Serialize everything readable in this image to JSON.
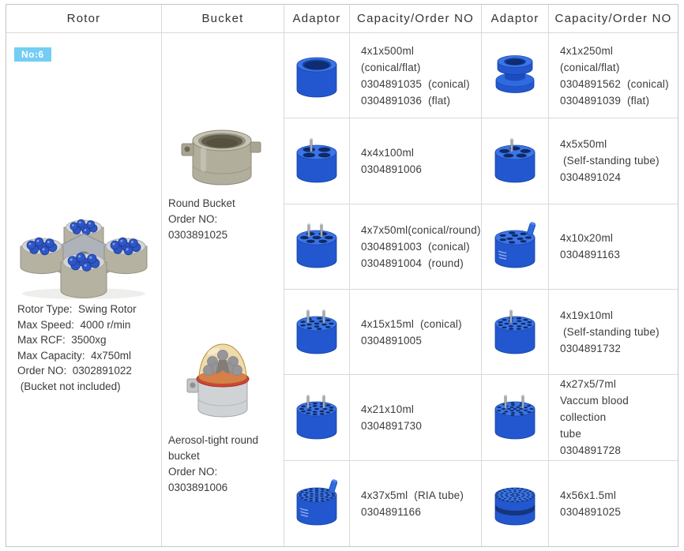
{
  "colors": {
    "adaptor_blue": "#2257cf",
    "badge_bg": "#73cdf4",
    "grid_border": "#d9d9d9",
    "text": "#3b3b3b"
  },
  "table": {
    "headers": [
      "Rotor",
      "Bucket",
      "Adaptor",
      "Capacity/Order NO",
      "Adaptor",
      "Capacity/Order NO"
    ]
  },
  "rotor": {
    "badge": "No:6",
    "image": "swing-rotor-photo",
    "specs": "Rotor Type:  Swing Rotor\nMax Speed:  4000 r/min\nMax RCF:  3500xg\nMax Capacity:  4x750ml\nOrder NO:  0302891022\n (Bucket not included)"
  },
  "buckets": [
    {
      "name": "Round Bucket",
      "image": "round-bucket-photo",
      "label": "Round Bucket\nOrder NO:  0303891025"
    },
    {
      "name": "Aerosol-tight round bucket",
      "image": "aerosol-bucket-photo",
      "label": "Aerosol-tight round\nbucket\nOrder NO:  0303891006"
    }
  ],
  "rows": [
    {
      "left": {
        "icon": "adaptor-500ml-cup-icon",
        "capacity": "4x1x500ml  (conical/flat)\n0304891035  (conical)\n0304891036  (flat)"
      },
      "right": {
        "icon": "adaptor-250ml-spool-icon",
        "capacity": "4x1x250ml  (conical/flat)\n0304891562  (conical)\n0304891039  (flat)"
      }
    },
    {
      "left": {
        "icon": "adaptor-4x100ml-icon",
        "capacity": "4x4x100ml\n0304891006"
      },
      "right": {
        "icon": "adaptor-5x50ml-icon",
        "capacity": "4x5x50ml\n (Self-standing tube)\n0304891024"
      }
    },
    {
      "left": {
        "icon": "adaptor-7x50ml-icon",
        "capacity": "4x7x50ml(conical/round)\n0304891003  (conical)\n0304891004  (round)"
      },
      "right": {
        "icon": "adaptor-10x20ml-icon",
        "capacity": "4x10x20ml\n0304891163"
      }
    },
    {
      "left": {
        "icon": "adaptor-15x15ml-icon",
        "capacity": "4x15x15ml  (conical)\n0304891005"
      },
      "right": {
        "icon": "adaptor-19x10ml-icon",
        "capacity": "4x19x10ml\n (Self-standing tube)\n0304891732"
      }
    },
    {
      "left": {
        "icon": "adaptor-21x10ml-icon",
        "capacity": "4x21x10ml\n0304891730"
      },
      "right": {
        "icon": "adaptor-27x57ml-icon",
        "capacity": "4x27x5/7ml\nVaccum blood collection\ntube\n0304891728"
      }
    },
    {
      "left": {
        "icon": "adaptor-37x5ml-icon",
        "capacity": "4x37x5ml  (RIA tube)\n0304891166"
      },
      "right": {
        "icon": "adaptor-56x15ml-icon",
        "capacity": "4x56x1.5ml\n0304891025"
      }
    }
  ]
}
